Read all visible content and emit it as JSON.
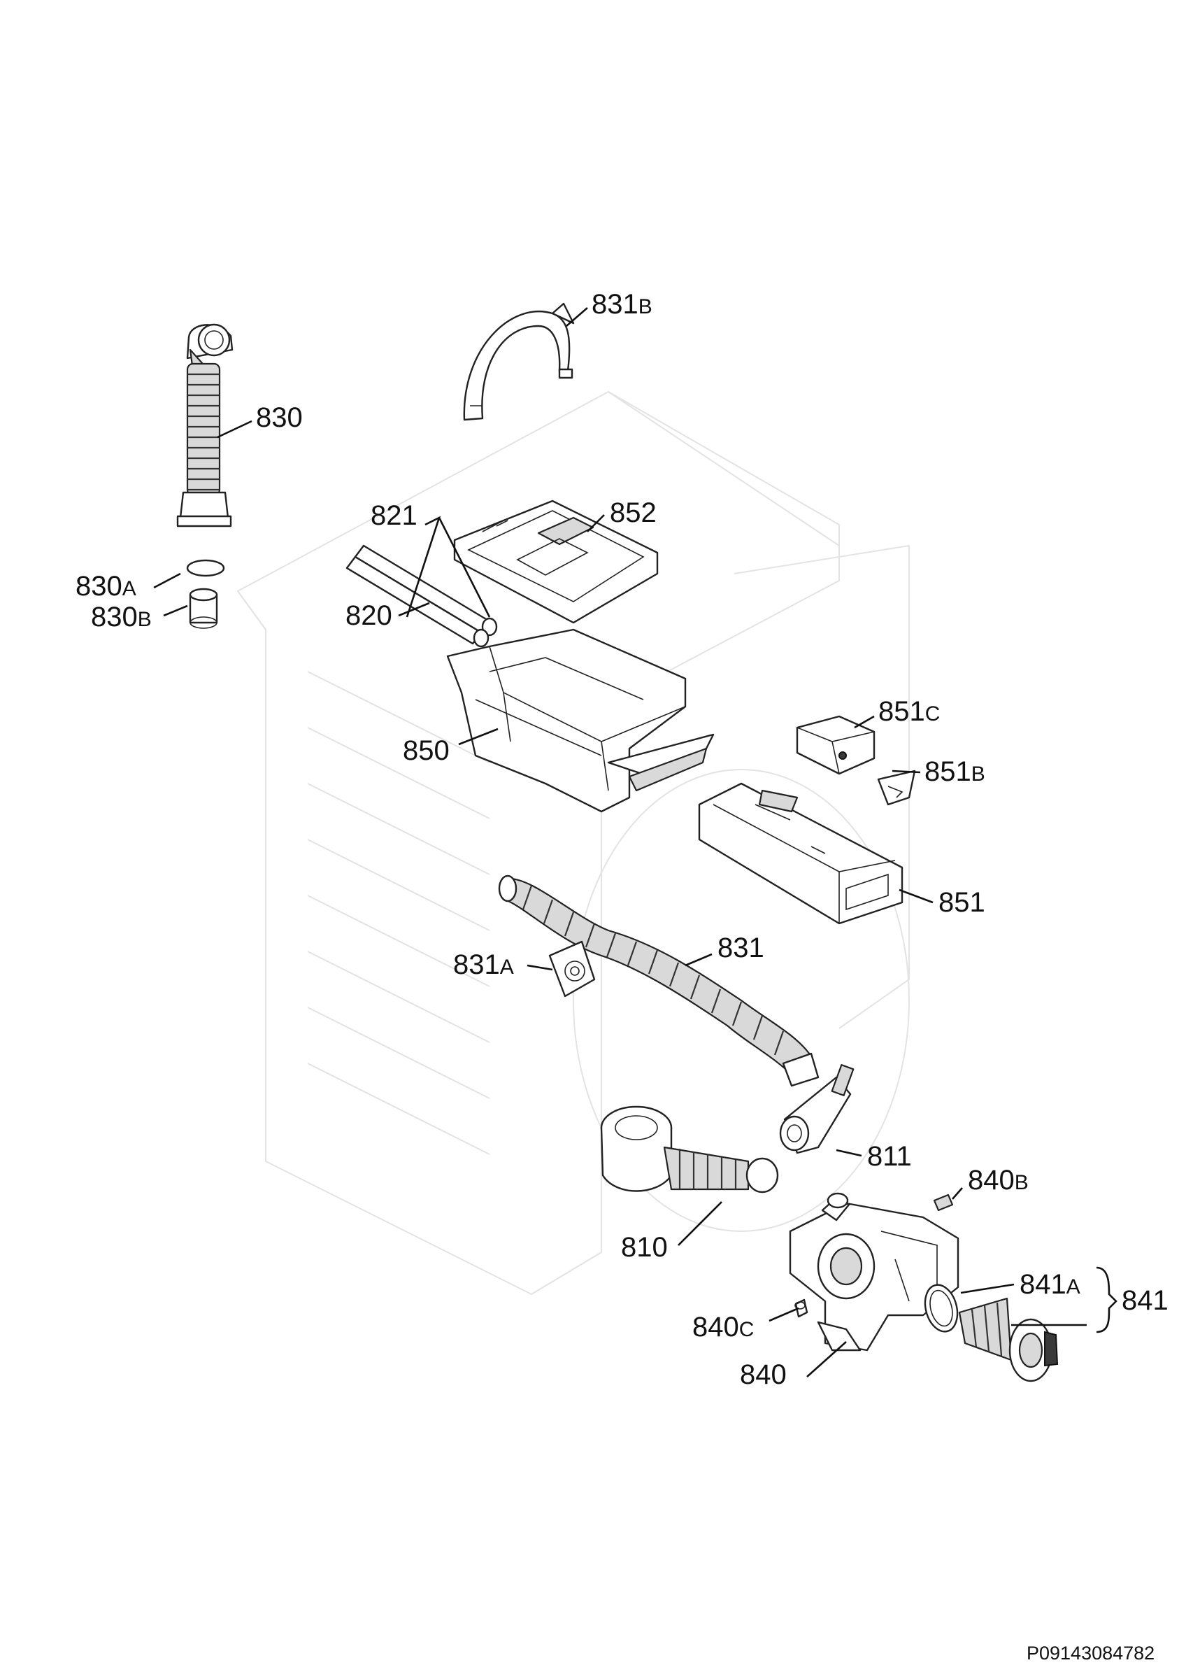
{
  "labels": [
    {
      "id": "830",
      "main": "830",
      "suffix": ""
    },
    {
      "id": "830A",
      "main": "830",
      "suffix": "A"
    },
    {
      "id": "830B",
      "main": "830",
      "suffix": "B"
    },
    {
      "id": "831B",
      "main": "831",
      "suffix": "B"
    },
    {
      "id": "821",
      "main": "821",
      "suffix": ""
    },
    {
      "id": "852",
      "main": "852",
      "suffix": ""
    },
    {
      "id": "820",
      "main": "820",
      "suffix": ""
    },
    {
      "id": "850",
      "main": "850",
      "suffix": ""
    },
    {
      "id": "851C",
      "main": "851",
      "suffix": "C"
    },
    {
      "id": "851B",
      "main": "851",
      "suffix": "B"
    },
    {
      "id": "851",
      "main": "851",
      "suffix": ""
    },
    {
      "id": "831A",
      "main": "831",
      "suffix": "A"
    },
    {
      "id": "831",
      "main": "831",
      "suffix": ""
    },
    {
      "id": "811",
      "main": "811",
      "suffix": ""
    },
    {
      "id": "840B",
      "main": "840",
      "suffix": "B"
    },
    {
      "id": "810",
      "main": "810",
      "suffix": ""
    },
    {
      "id": "841A",
      "main": "841",
      "suffix": "A"
    },
    {
      "id": "841",
      "main": "841",
      "suffix": ""
    },
    {
      "id": "840C",
      "main": "840",
      "suffix": "C"
    },
    {
      "id": "840",
      "main": "840",
      "suffix": ""
    }
  ],
  "document_code": "P09143084782",
  "colors": {
    "line": "#222222",
    "ghost_outline": "#e3e3e3",
    "background": "#ffffff"
  }
}
